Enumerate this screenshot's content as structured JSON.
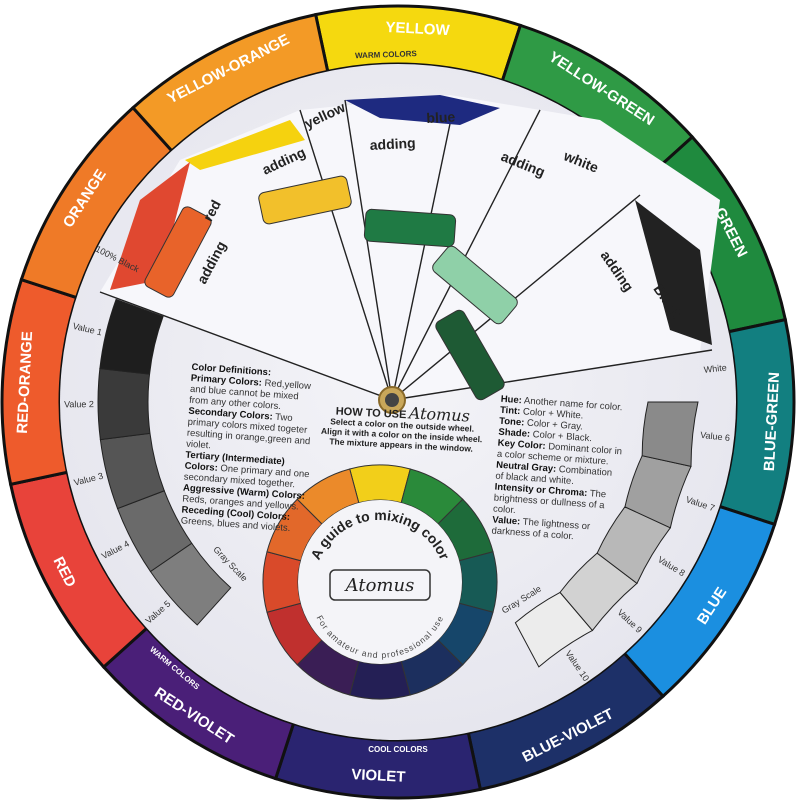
{
  "outer_wheel": [
    {
      "label": "YELLOW",
      "color": "#f5d90f"
    },
    {
      "label": "YELLOW-GREEN",
      "color": "#2f9a45"
    },
    {
      "label": "GREEN",
      "color": "#1f8a3e"
    },
    {
      "label": "BLUE-GREEN",
      "color": "#127f80"
    },
    {
      "label": "BLUE",
      "color": "#1b8fe0"
    },
    {
      "label": "BLUE-VIOLET",
      "color": "#1d3068"
    },
    {
      "label": "VIOLET",
      "color": "#2a2470"
    },
    {
      "label": "RED-VIOLET",
      "color": "#4a1f78"
    },
    {
      "label": "RED",
      "color": "#e8433a"
    },
    {
      "label": "RED-ORANGE",
      "color": "#ee5b2c"
    },
    {
      "label": "ORANGE",
      "color": "#ef7a27"
    },
    {
      "label": "YELLOW-ORANGE",
      "color": "#f39a26"
    }
  ],
  "ring_notes": {
    "warm_top": "WARM COLORS",
    "warm": "WARM COLORS",
    "cool": "COOL COLORS"
  },
  "windows": [
    {
      "action": "adding",
      "mix": "red",
      "color": "#e8632a"
    },
    {
      "action": "adding",
      "mix": "yellow",
      "color": "#f2c02b"
    },
    {
      "action": "adding",
      "mix": "blue",
      "color": "#1f7a44"
    },
    {
      "action": "adding",
      "mix": "white",
      "color": "#8fd0a8"
    },
    {
      "action": "adding",
      "mix": "Black",
      "color": "#1e5a34"
    }
  ],
  "gray_scale": {
    "title": "Gray Scale",
    "top_label": "100% Black",
    "left": [
      {
        "label": "Value 1",
        "color": "#1e1e1e"
      },
      {
        "label": "Value 2",
        "color": "#3a3a3a"
      },
      {
        "label": "Value 3",
        "color": "#555"
      },
      {
        "label": "Value 4",
        "color": "#6a6a6a"
      },
      {
        "label": "Value 5",
        "color": "#7e7e7e"
      }
    ],
    "right": [
      {
        "label": "Value 6",
        "color": "#8a8a8a"
      },
      {
        "label": "Value 7",
        "color": "#a0a0a0"
      },
      {
        "label": "Value 8",
        "color": "#b8b8b8"
      },
      {
        "label": "Value 9",
        "color": "#d2d2d2"
      },
      {
        "label": "Value 10",
        "color": "#ececec"
      }
    ],
    "right_top_label": "White"
  },
  "definitions_left": [
    {
      "term": "Color Definitions:",
      "text": ""
    },
    {
      "term": "Primary Colors:",
      "text": "Red,yellow and blue cannot be mixed from any other colors."
    },
    {
      "term": "Secondary Colors:",
      "text": "Two primary colors mixed togeter resulting in orange,green and violet."
    },
    {
      "term": "Tertiary (Intermediate) Colors:",
      "text": "One primary and one secondary mixed together."
    },
    {
      "term": "Aggressive (Warm) Colors:",
      "text": "Reds, oranges and yellows."
    },
    {
      "term": "Receding (Cool) Colors:",
      "text": "Greens, blues and violets."
    }
  ],
  "definitions_right": [
    {
      "term": "Hue:",
      "text": "Another name for color."
    },
    {
      "term": "Tint:",
      "text": "Color + White."
    },
    {
      "term": "Tone:",
      "text": "Color + Gray."
    },
    {
      "term": "Shade:",
      "text": "Color + Black."
    },
    {
      "term": "Key Color:",
      "text": "Dominant color in a color scheme or mixture."
    },
    {
      "term": "Neutral Gray:",
      "text": "Combination of black and white."
    },
    {
      "term": "Intensity or Chroma:",
      "text": "The brightness or dullness of a color."
    },
    {
      "term": "Value:",
      "text": "The lightness or darkness of a color."
    }
  ],
  "how_to": {
    "title": "HOW TO USE",
    "brand": "Atomus",
    "lines": [
      "Select a color on the outside wheel.",
      "Align it with a color on the inside wheel.",
      "The mixture appears in the window."
    ]
  },
  "inner_wheel": {
    "title": "A guide to mixing color",
    "brand": "Atomus",
    "subtitle": "For amateur and professional use",
    "colors": [
      "#f2cf1a",
      "#2a8a3a",
      "#1e6b3a",
      "#175a55",
      "#16466a",
      "#1c2f5e",
      "#241f55",
      "#3a1e55",
      "#c0302e",
      "#d94a2a",
      "#e2682a",
      "#eb8a2a"
    ]
  }
}
